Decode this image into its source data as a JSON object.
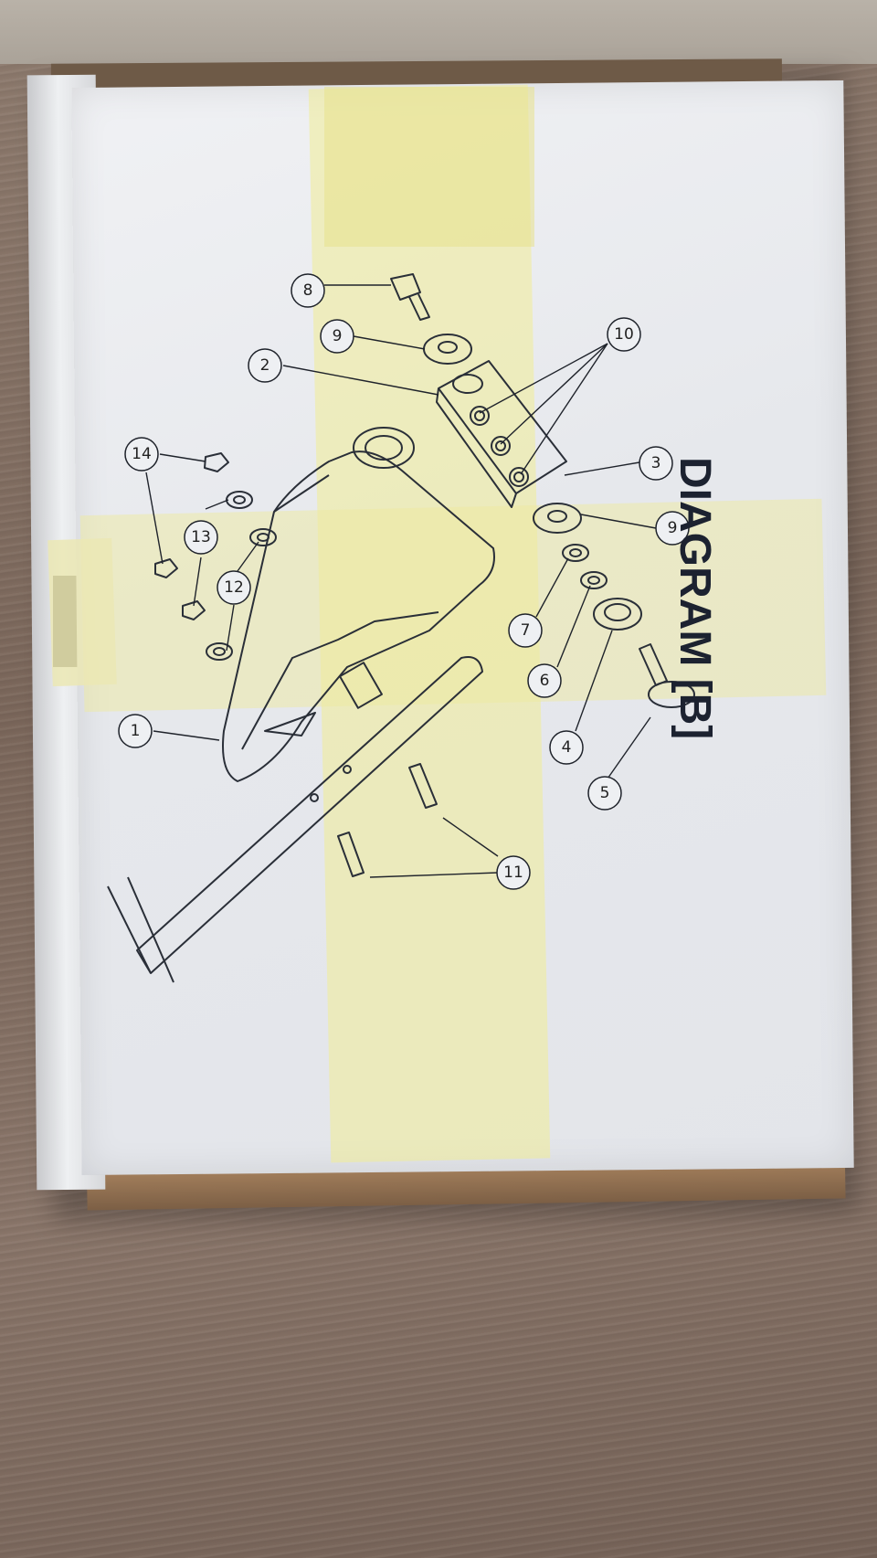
{
  "photo": {
    "subject": "cardboard-box-lid-with-exploded-parts-diagram",
    "heading": "DIAGRAM [B]",
    "callouts": [
      "1",
      "2",
      "3",
      "4",
      "5",
      "6",
      "7",
      "8",
      "9",
      "9",
      "10",
      "11",
      "12",
      "13",
      "14"
    ],
    "colors": {
      "table": "#7f6b5f",
      "box_lid": "#e7e9ed",
      "cardboard": "#8b6b4d",
      "tape": "#efe9a0",
      "ink": "#1c2230"
    }
  }
}
